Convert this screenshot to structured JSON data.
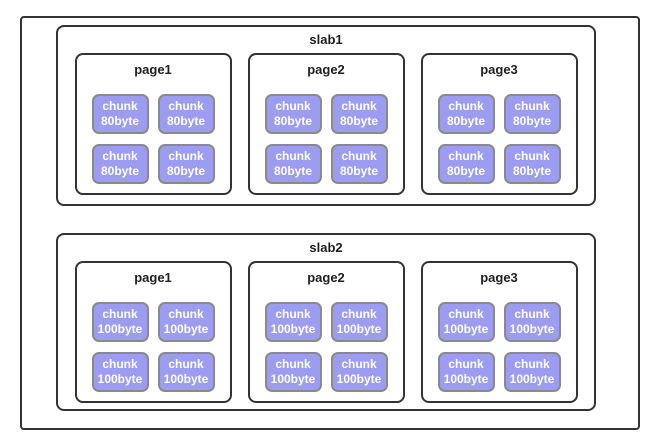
{
  "colors": {
    "line": "#333333",
    "chunk_fill": "#9c9cf0",
    "chunk_border": "#8a8a8a",
    "chunk_text": "#ffffff",
    "title_text": "#1f1f1f",
    "background": "#ffffff"
  },
  "slabs": [
    {
      "title": "slab1",
      "pages": [
        {
          "title": "page1",
          "chunks": [
            "chunk\n80byte",
            "chunk\n80byte",
            "chunk\n80byte",
            "chunk\n80byte"
          ]
        },
        {
          "title": "page2",
          "chunks": [
            "chunk\n80byte",
            "chunk\n80byte",
            "chunk\n80byte",
            "chunk\n80byte"
          ]
        },
        {
          "title": "page3",
          "chunks": [
            "chunk\n80byte",
            "chunk\n80byte",
            "chunk\n80byte",
            "chunk\n80byte"
          ]
        }
      ]
    },
    {
      "title": "slab2",
      "pages": [
        {
          "title": "page1",
          "chunks": [
            "chunk\n100byte",
            "chunk\n100byte",
            "chunk\n100byte",
            "chunk\n100byte"
          ]
        },
        {
          "title": "page2",
          "chunks": [
            "chunk\n100byte",
            "chunk\n100byte",
            "chunk\n100byte",
            "chunk\n100byte"
          ]
        },
        {
          "title": "page3",
          "chunks": [
            "chunk\n100byte",
            "chunk\n100byte",
            "chunk\n100byte",
            "chunk\n100byte"
          ]
        }
      ]
    }
  ]
}
